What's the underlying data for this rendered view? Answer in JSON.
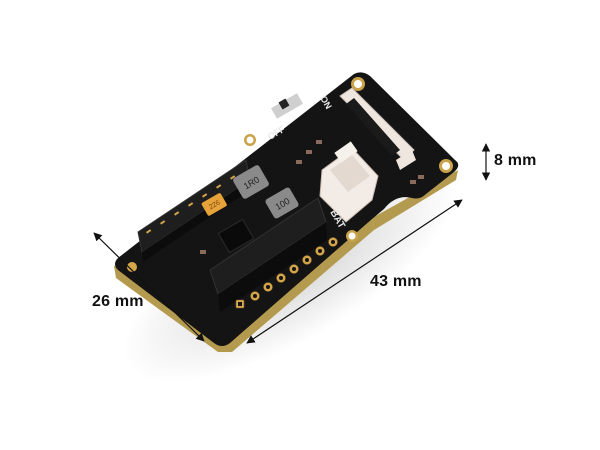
{
  "image": {
    "subject": "Black PCB battery/power module with connectors, viewed in perspective",
    "background_color": "#ffffff"
  },
  "board": {
    "pcb_color": "#141414",
    "edge_color": "#b49a4e",
    "silkscreen_color": "#e8e8e8",
    "silkscreen_labels": {
      "switch_on": "ON",
      "switch_off": "OFF",
      "battery": "BAT",
      "inductor_1": "1R0",
      "inductor_2": "100",
      "capacitor": "226"
    },
    "connector_color": "#efe6df",
    "pad_color": "#d4a54a",
    "tantalum_cap_color": "#e8a23a"
  },
  "dimensions": {
    "width": {
      "label": "26 mm"
    },
    "length": {
      "label": "43 mm"
    },
    "height": {
      "label": "8 mm"
    }
  }
}
